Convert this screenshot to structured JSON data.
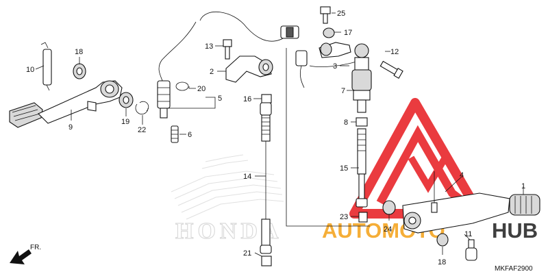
{
  "diagram": {
    "brand_text": "HONDA",
    "drawing_code": "MKFAF2900",
    "direction_label": "FR.",
    "callouts": [
      "1",
      "2",
      "3",
      "4",
      "5",
      "6",
      "7",
      "8",
      "9",
      "10",
      "11",
      "12",
      "13",
      "14",
      "15",
      "16",
      "17",
      "18",
      "18",
      "19",
      "20",
      "21",
      "22",
      "23",
      "24",
      "25"
    ]
  },
  "watermark": {
    "word_orange": "AUTOMOTO",
    "word_dark": "HUB",
    "color_red": "#e8262b",
    "color_orange": "#f5a623",
    "color_dark": "#2b2b2b"
  }
}
